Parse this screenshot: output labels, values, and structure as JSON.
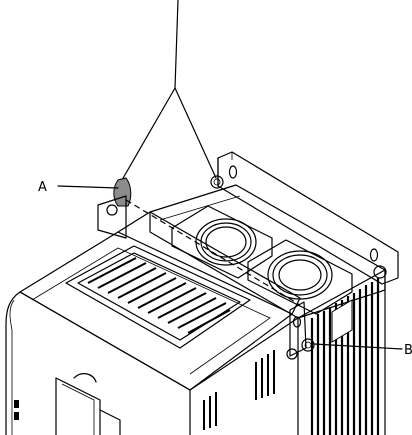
{
  "figure": {
    "callouts": [
      {
        "id": "A",
        "label": "A"
      },
      {
        "id": "B",
        "label": "B"
      }
    ],
    "colors": {
      "line": "#000000",
      "highlight": "#8c8c8c",
      "background": "#ffffff"
    }
  }
}
